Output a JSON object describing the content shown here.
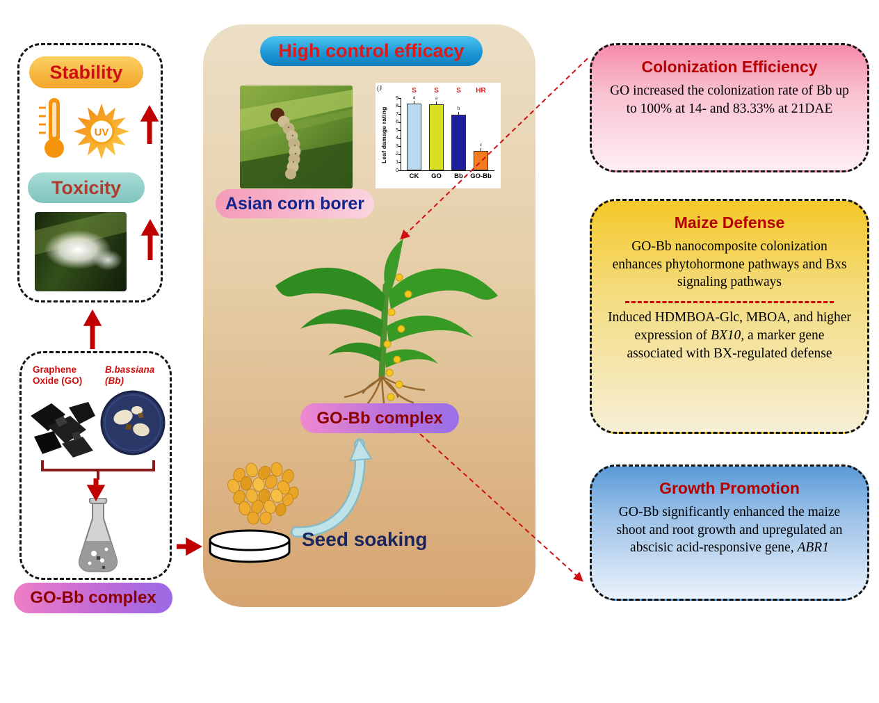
{
  "figure": {
    "left_panel": {
      "stability_label": "Stability",
      "toxicity_label": "Toxicity"
    },
    "materials_panel": {
      "go_label": "Graphene\nOxide (GO)",
      "bb_label": "B.bassiana\n(Bb)",
      "complex_label": "GO-Bb complex"
    },
    "center_panel": {
      "header_label": "High control efficacy",
      "pest_label": "Asian corn borer",
      "complex_label": "GO-Bb complex",
      "seed_soaking_label": "Seed soaking",
      "chart_panel_label": "(J"
    },
    "result_boxes": [
      {
        "title": "Colonization Efficiency",
        "body": "GO increased the colonization rate of Bb up to 100% at 14- and 83.33% at 21DAE"
      },
      {
        "title": "Maize Defense",
        "paragraph1": "GO-Bb nanocomposite colonization enhances phytohormone pathways and Bxs signaling pathways",
        "paragraph2_pre": "Induced HDMBOA-Glc, MBOA, and higher expression of ",
        "paragraph2_italic": "BX10",
        "paragraph2_post": ", a marker gene associated with BX-regulated defense"
      },
      {
        "title": "Growth Promotion",
        "body_pre": "GO-Bb significantly enhanced the maize shoot and root growth and upregulated an abscisic acid-responsive gene,  ",
        "body_italic": "ABR1",
        "body_post": ""
      }
    ],
    "colors": {
      "arrow_red": "#c00000",
      "title_red": "#b50000",
      "dashed_connector_red": "#d01010"
    }
  },
  "chart_data": {
    "type": "bar",
    "ylabel": "Leaf damage rating",
    "xlabel": "",
    "categories": [
      "CK",
      "GO",
      "Bb",
      "GO-Bb"
    ],
    "values": [
      8.3,
      8.2,
      6.9,
      2.4
    ],
    "bar_colors": [
      "#b9d9ef",
      "#d9e021",
      "#1f1f9e",
      "#f47b20"
    ],
    "significance_labels": [
      "S",
      "S",
      "S",
      "HR"
    ],
    "group_letters": [
      "a",
      "a",
      "b",
      "c"
    ],
    "ylim": [
      0,
      9
    ],
    "yticks": [
      0,
      1,
      2,
      3,
      4,
      5,
      6,
      7,
      8,
      9
    ],
    "grid": false,
    "legend_position": "none"
  }
}
